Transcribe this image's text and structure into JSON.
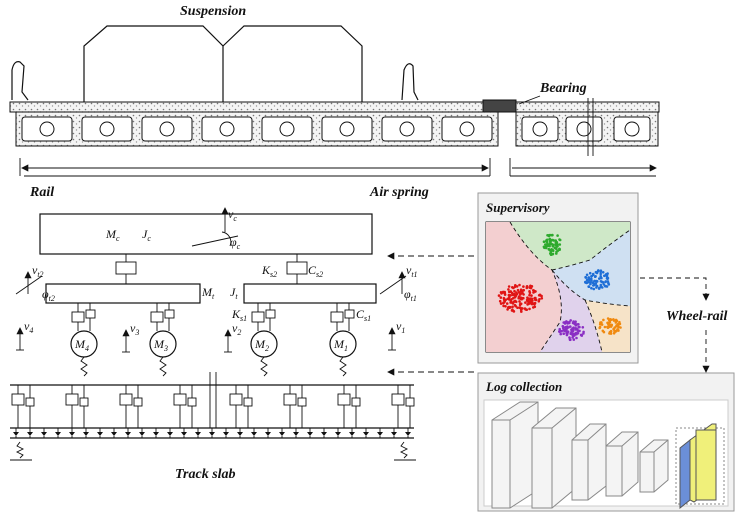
{
  "labels": {
    "suspension": "Suspension",
    "bearing": "Bearing",
    "rail": "Rail",
    "air_spring": "Air spring",
    "track_slab": "Track slab",
    "wheel_rail": "Wheel-rail"
  },
  "panels": {
    "supervisory": "Supervisory",
    "log_collection": "Log collection"
  },
  "symbols": {
    "Mc": "M",
    "Mc_sub": "c",
    "Jc": "J",
    "Jc_sub": "c",
    "vc": "v",
    "vc_sub": "c",
    "phic": "φ",
    "phic_sub": "c",
    "Mt": "M",
    "Mt_sub": "t",
    "Jt": "J",
    "Jt_sub": "t",
    "Ks2": "K",
    "Ks2_sub": "s2",
    "Cs2": "C",
    "Cs2_sub": "s2",
    "Ks1": "K",
    "Ks1_sub": "s1",
    "Cs1": "C",
    "Cs1_sub": "s1",
    "vt2": "v",
    "vt2_sub": "t2",
    "phit2": "φ",
    "phit2_sub": "t2",
    "vt1": "v",
    "vt1_sub": "t1",
    "phit1": "φ",
    "phit1_sub": "t1",
    "v4": "v",
    "v4_sub": "4",
    "v3": "v",
    "v3_sub": "3",
    "v2": "v",
    "v2_sub": "2",
    "v1": "v",
    "v1_sub": "1",
    "M4": "M",
    "M4_sub": "4",
    "M3": "M",
    "M3_sub": "3",
    "M2": "M",
    "M2_sub": "2",
    "M1": "M",
    "M1_sub": "1"
  },
  "colors": {
    "cluster_green": "#2eaa2e",
    "cluster_blue": "#1f6fd6",
    "cluster_red": "#e01515",
    "cluster_purple": "#8a2fc4",
    "cluster_orange": "#f08a10",
    "region_green": "#cfe8c8",
    "region_blue": "#cfe0f2",
    "region_red": "#f3cfd0",
    "region_purple": "#e0d2ec",
    "region_orange": "#f6e3c8",
    "layer_yellow": "#f0f07a",
    "layer_blue": "#6b8fd8"
  }
}
